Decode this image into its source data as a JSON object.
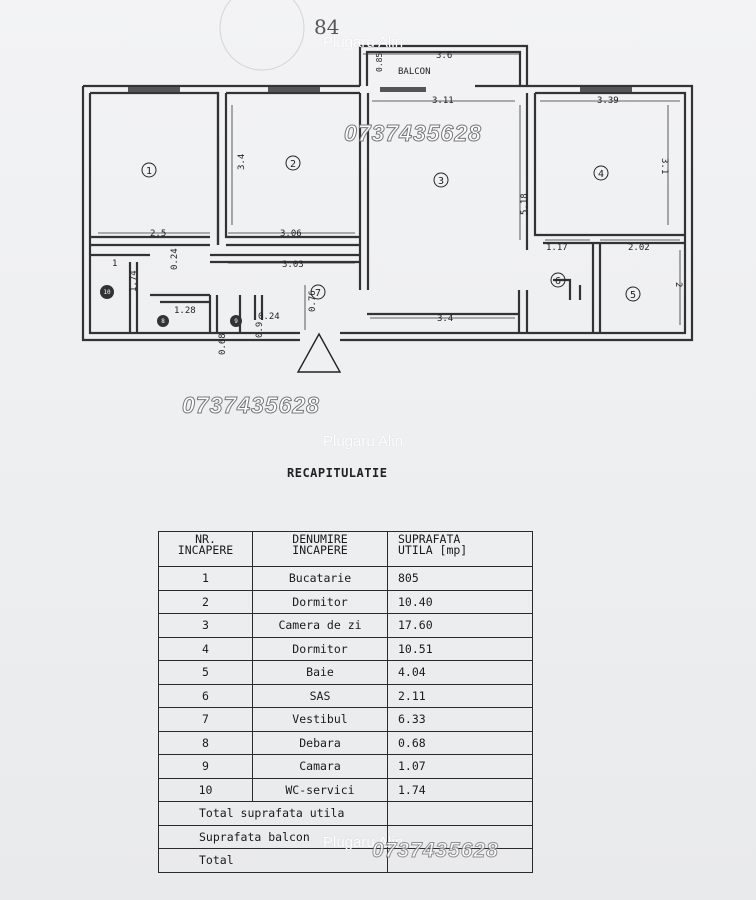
{
  "plan": {
    "balcony_label": "BALCON",
    "north_arrow": "▲",
    "handwritten_note": "84",
    "room_numbers": [
      "1",
      "2",
      "3",
      "4",
      "5",
      "6",
      "7"
    ],
    "circle_symbol_labels": [
      "10",
      "8",
      "9"
    ],
    "dimensions": {
      "balcony_width": "3.6",
      "balcony_depth": "0.85",
      "d_3_11": "3.11",
      "d_3_39": "3.39",
      "d_3_4_vertical": "3.4",
      "d_3_1": "3.1",
      "d_5_18": "5.18",
      "d_2_5": "2.5",
      "d_3_06": "3.06",
      "d_3_03": "3.03",
      "d_1_17": "1.17",
      "d_2_02": "2.02",
      "d_2": "2",
      "d_1": "1",
      "d_0_24": "0.24",
      "d_1_74": "1.74",
      "d_1_28": "1.28",
      "d_0_76": "0.76",
      "d_0_68": "0.68",
      "d_0_24b": "0.24",
      "d_0_9": "0.9",
      "d_3_4_horizontal": "3.4"
    }
  },
  "watermarks": {
    "name": "Plugaru Alin",
    "phone": "0737435628"
  },
  "recap_title": "RECAPITULATIE",
  "table": {
    "headers": [
      "NR.\nINCAPERE",
      "DENUMIRE\nINCAPERE",
      "SUPRAFATA\nUTILA [mp]"
    ],
    "rows": [
      {
        "nr": "1",
        "name": "Bucatarie",
        "area": "805"
      },
      {
        "nr": "2",
        "name": "Dormitor",
        "area": "10.40"
      },
      {
        "nr": "3",
        "name": "Camera de zi",
        "area": "17.60"
      },
      {
        "nr": "4",
        "name": "Dormitor",
        "area": "10.51"
      },
      {
        "nr": "5",
        "name": "Baie",
        "area": "4.04"
      },
      {
        "nr": "6",
        "name": "SAS",
        "area": "2.11"
      },
      {
        "nr": "7",
        "name": "Vestibul",
        "area": "6.33"
      },
      {
        "nr": "8",
        "name": "Debara",
        "area": "0.68"
      },
      {
        "nr": "9",
        "name": "Camara",
        "area": "1.07"
      },
      {
        "nr": "10",
        "name": "WC-servici",
        "area": "1.74"
      }
    ],
    "summary": [
      {
        "label": "Total suprafata utila",
        "value": ""
      },
      {
        "label": "Suprafata balcon",
        "value": ""
      },
      {
        "label": "Total",
        "value": ""
      }
    ]
  }
}
